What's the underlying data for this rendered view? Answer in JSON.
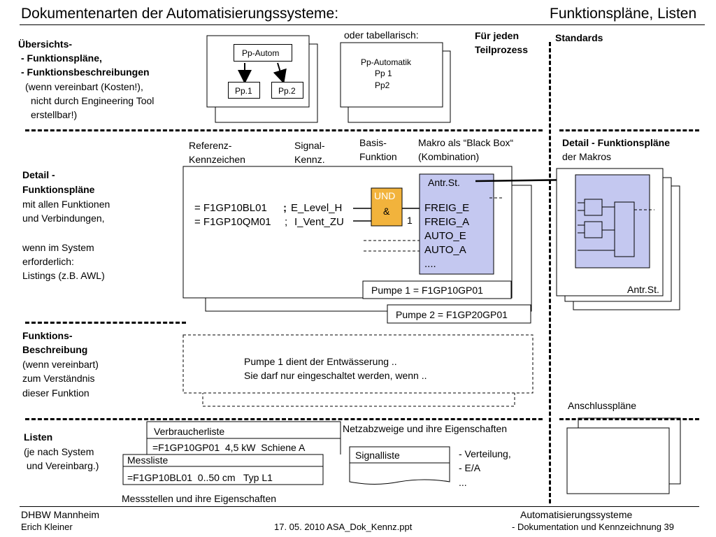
{
  "header": {
    "title_left": "Dokumentenarten der Automatisierungssysteme:",
    "title_right": "Funktionspläne, Listen"
  },
  "overview": {
    "heading": "Übersichts-",
    "items": [
      "- Funktionspläne,",
      "- Funktionsbeschreibungen",
      "(wenn vereinbart (Kosten!),",
      "nicht durch Engineering Tool",
      "erstellbar!)"
    ],
    "tree": {
      "root": "Pp-Autom",
      "child1": "Pp.1",
      "child2": "Pp.2"
    },
    "tabular_label": "oder tabellarisch:",
    "tabular_lines": [
      "Pp-Automatik",
      "Pp 1",
      "Pp2"
    ],
    "per_process": [
      "Für jeden",
      "Teilprozess"
    ],
    "standards": "Standards"
  },
  "detail": {
    "heading": [
      "Detail -",
      "Funktionspläne"
    ],
    "lines": [
      "mit allen Funktionen",
      "und Verbindungen,",
      "",
      "wenn im System",
      "erforderlich:",
      "Listings (z.B. AWL)"
    ],
    "col_ref": [
      "Referenz-",
      "Kennzeichen"
    ],
    "col_signal": [
      "Signal-",
      "Kennz."
    ],
    "col_basis": [
      "Basis-",
      "Funktion"
    ],
    "col_macro": [
      "Makro als “Black Box“",
      "(Kombination)"
    ],
    "row1_ref": "= F1GP10BL01",
    "row1_sig": "E_Level_H",
    "row2_ref": "= F1GP10QM01",
    "row2_sig": "I_Vent_ZU",
    "sep1": ";",
    "sep2": ";",
    "gate_label": "UND",
    "gate_symbol": "&",
    "gate_out": "1",
    "macro_title": "Antr.St.",
    "macro_signals": [
      "FREIG_E",
      "FREIG_A",
      "AUTO_E",
      "AUTO_A",
      "...."
    ],
    "pump1": "Pumpe 1 = F1GP10GP01",
    "pump2": "Pumpe 2 = F1GP20GP01",
    "macro_detail_heading": "Detail - Funktionspläne",
    "macro_detail_sub": "der Makros",
    "macro_detail_label": "Antr.St.",
    "fill_color": "#c4c8f0",
    "gate_color": "#f2b33c"
  },
  "description": {
    "heading": [
      "Funktions-",
      "Beschreibung"
    ],
    "lines": [
      "(wenn vereinbart)",
      "zum Verständnis",
      "dieser Funktion"
    ],
    "text": [
      "Pumpe 1 dient der Entwässerung ..",
      "Sie darf nur eingeschaltet werden, wenn .."
    ],
    "connection_plans": "Anschlusspläne"
  },
  "lists": {
    "heading": "Listen",
    "lines": [
      "(je nach System",
      " und Vereinbarg.)"
    ],
    "consumer_title": "Verbraucherliste",
    "consumer_row": "=F1GP10GP01  4,5 kW  Schiene A",
    "measure_title": "Messliste",
    "measure_row": "=F1GP10BL01  0..50 cm   Typ L1",
    "measure_caption": "Messstellen und ihre Eigenschaften",
    "network_caption": "Netzabzweige und ihre Eigenschaften",
    "signal_list": "Signalliste",
    "network_items": [
      "- Verteilung,",
      "- E/A",
      "..."
    ]
  },
  "footer": {
    "left1": "DHBW  Mannheim",
    "left2": "Erich Kleiner",
    "center": "17. 05. 2010  ASA_Dok_Kennz.ppt",
    "right1": "Automatisierungssysteme",
    "right2": "- Dokumentation und Kennzeichnung  39"
  }
}
